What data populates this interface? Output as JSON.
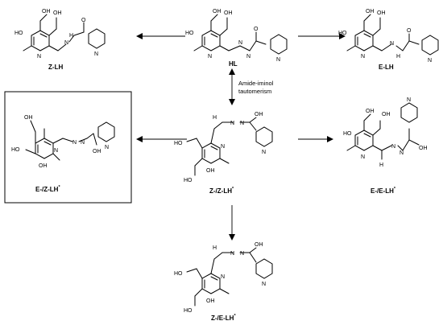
{
  "atoms": {
    "hydroxyl": "OH",
    "ring_nitrogen": "N",
    "hydrazone_nh": "H",
    "hydrazone_n": "N",
    "carbonyl_o": "O",
    "hydroxyl_ho": "HO",
    "imine_h": "H"
  },
  "arrow_label": {
    "line1": "Amide-iminol",
    "line2": "tautomerism"
  },
  "compounds": [
    {
      "id": "HL",
      "prefix": "",
      "core": "HL",
      "sup": ""
    },
    {
      "id": "Z-LH",
      "prefix": "Z-",
      "core": "LH",
      "sup": ""
    },
    {
      "id": "E-LH",
      "prefix": "E-",
      "core": "LH",
      "sup": ""
    },
    {
      "id": "E-/Z-LH*",
      "prefix": "E-/Z-",
      "core": "LH",
      "sup": "*"
    },
    {
      "id": "Z-/Z-LH*",
      "prefix": "Z-/Z-",
      "core": "LH",
      "sup": "*"
    },
    {
      "id": "E-/E-LH*",
      "prefix": "E-/E-",
      "core": "LH",
      "sup": "*"
    },
    {
      "id": "Z-/E-LH*",
      "prefix": "Z-/E-",
      "core": "LH",
      "sup": "*"
    }
  ],
  "highlight": "E-/Z-LH*"
}
